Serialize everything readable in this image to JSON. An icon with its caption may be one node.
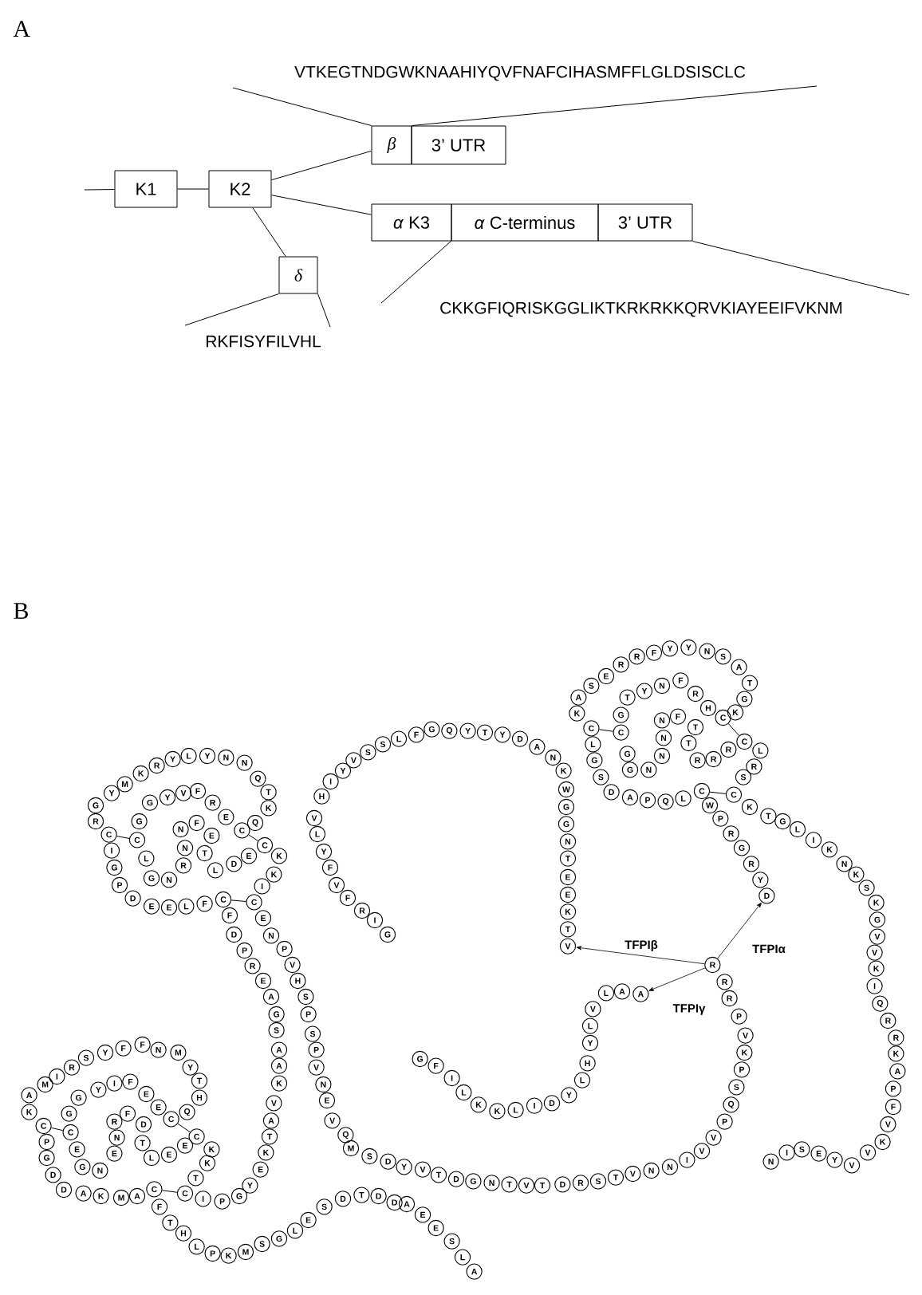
{
  "diagram": {
    "nodes": [
      {
        "text": [
          "K1"
        ]
      },
      {
        "text": [
          "K2"
        ]
      },
      {
        "text": [
          "β"
        ]
      },
      {
        "text": [
          "3’ UTR"
        ]
      },
      {
        "text": [
          "*α* K3"
        ]
      },
      {
        "text": [
          "*α* C-terminus"
        ]
      },
      {
        "text": [
          "3’ UTR"
        ]
      },
      {
        "text": [
          "δ"
        ]
      },
      {
        "text": [
          "A"
        ]
      },
      {
        "text": [
          "L"
        ]
      },
      {
        "text": [
          "S"
        ]
      },
      {
        "text": [
          "E"
        ]
      },
      {
        "text": [
          "E"
        ]
      },
      {
        "text": [
          "A"
        ]
      },
      {
        "text": [
          "D"
        ]
      },
      {
        "text": [
          "D"
        ]
      },
      {
        "text": [
          "T"
        ]
      },
      {
        "text": [
          "D"
        ]
      },
      {
        "text": [
          "S"
        ]
      },
      {
        "text": [
          "E"
        ]
      },
      {
        "text": [
          "L"
        ]
      },
      {
        "text": [
          "G"
        ]
      },
      {
        "text": [
          "S"
        ]
      },
      {
        "text": [
          "M"
        ]
      },
      {
        "text": [
          "K"
        ]
      },
      {
        "text": [
          "P"
        ]
      },
      {
        "text": [
          "L"
        ]
      },
      {
        "text": [
          "H"
        ]
      },
      {
        "text": [
          "T"
        ]
      },
      {
        "text": [
          "F"
        ]
      },
      {
        "text": [
          "C"
        ]
      },
      {
        "text": [
          "A"
        ]
      },
      {
        "text": [
          "M"
        ]
      },
      {
        "text": [
          "K"
        ]
      },
      {
        "text": [
          "A"
        ]
      },
      {
        "text": [
          "D"
        ]
      },
      {
        "text": [
          "D"
        ]
      },
      {
        "text": [
          "G"
        ]
      },
      {
        "text": [
          "P"
        ]
      },
      {
        "text": [
          "C"
        ]
      },
      {
        "text": [
          "K"
        ]
      },
      {
        "text": [
          "A"
        ]
      },
      {
        "text": [
          "M"
        ]
      },
      {
        "text": [
          "I"
        ]
      },
      {
        "text": [
          "R"
        ]
      },
      {
        "text": [
          "S"
        ]
      },
      {
        "text": [
          "Y"
        ]
      },
      {
        "text": [
          "F"
        ]
      },
      {
        "text": [
          "F"
        ]
      },
      {
        "text": [
          "N"
        ]
      },
      {
        "text": [
          "M"
        ]
      },
      {
        "text": [
          "Y"
        ]
      },
      {
        "text": [
          "T"
        ]
      },
      {
        "text": [
          "H"
        ]
      },
      {
        "text": [
          "Q"
        ]
      },
      {
        "text": [
          "C"
        ]
      },
      {
        "text": [
          "E"
        ]
      },
      {
        "text": [
          "E"
        ]
      },
      {
        "text": [
          "F"
        ]
      },
      {
        "text": [
          "I"
        ]
      },
      {
        "text": [
          "Y"
        ]
      },
      {
        "text": [
          "G"
        ]
      },
      {
        "text": [
          "G"
        ]
      },
      {
        "text": [
          "C"
        ]
      },
      {
        "text": [
          "E"
        ]
      },
      {
        "text": [
          "G"
        ]
      },
      {
        "text": [
          "N"
        ]
      },
      {
        "text": [
          "E"
        ]
      },
      {
        "text": [
          "N"
        ]
      },
      {
        "text": [
          "R"
        ]
      },
      {
        "text": [
          "F"
        ]
      },
      {
        "text": [
          "D"
        ]
      },
      {
        "text": [
          "T"
        ]
      },
      {
        "text": [
          "L"
        ]
      },
      {
        "text": [
          "E"
        ]
      },
      {
        "text": [
          "E"
        ]
      },
      {
        "text": [
          "C"
        ]
      },
      {
        "text": [
          "K"
        ]
      },
      {
        "text": [
          "K"
        ]
      },
      {
        "text": [
          "T"
        ]
      },
      {
        "text": [
          "C"
        ]
      },
      {
        "text": [
          "I"
        ]
      },
      {
        "text": [
          "P"
        ]
      },
      {
        "text": [
          "G"
        ]
      },
      {
        "text": [
          "Y"
        ]
      },
      {
        "text": [
          "E"
        ]
      },
      {
        "text": [
          "K"
        ]
      },
      {
        "text": [
          "T"
        ]
      },
      {
        "text": [
          "A"
        ]
      },
      {
        "text": [
          "V"
        ]
      },
      {
        "text": [
          "K"
        ]
      },
      {
        "text": [
          "A"
        ]
      },
      {
        "text": [
          "A"
        ]
      },
      {
        "text": [
          "S"
        ]
      },
      {
        "text": [
          "G"
        ]
      },
      {
        "text": [
          "A"
        ]
      },
      {
        "text": [
          "E"
        ]
      },
      {
        "text": [
          "R"
        ]
      },
      {
        "text": [
          "P"
        ]
      },
      {
        "text": [
          "D"
        ]
      },
      {
        "text": [
          "F"
        ]
      },
      {
        "text": [
          "C"
        ]
      },
      {
        "text": [
          "F"
        ]
      },
      {
        "text": [
          "L"
        ]
      },
      {
        "text": [
          "E"
        ]
      },
      {
        "text": [
          "E"
        ]
      },
      {
        "text": [
          "D"
        ]
      },
      {
        "text": [
          "P"
        ]
      },
      {
        "text": [
          "G"
        ]
      },
      {
        "text": [
          "I"
        ]
      },
      {
        "text": [
          "C"
        ]
      },
      {
        "text": [
          "R"
        ]
      },
      {
        "text": [
          "G"
        ]
      },
      {
        "text": [
          "Y"
        ]
      },
      {
        "text": [
          "M"
        ]
      },
      {
        "text": [
          "K"
        ]
      },
      {
        "text": [
          "R"
        ]
      },
      {
        "text": [
          "Y"
        ]
      },
      {
        "text": [
          "L"
        ]
      },
      {
        "text": [
          "Y"
        ]
      },
      {
        "text": [
          "N"
        ]
      },
      {
        "text": [
          "N"
        ]
      },
      {
        "text": [
          "Q"
        ]
      },
      {
        "text": [
          "T"
        ]
      },
      {
        "text": [
          "K"
        ]
      },
      {
        "text": [
          "Q"
        ]
      },
      {
        "text": [
          "C"
        ]
      },
      {
        "text": [
          "E"
        ]
      },
      {
        "text": [
          "R"
        ]
      },
      {
        "text": [
          "F"
        ]
      },
      {
        "text": [
          "V"
        ]
      },
      {
        "text": [
          "Y"
        ]
      },
      {
        "text": [
          "G"
        ]
      },
      {
        "text": [
          "G"
        ]
      },
      {
        "text": [
          "C"
        ]
      },
      {
        "text": [
          "L"
        ]
      },
      {
        "text": [
          "G"
        ]
      },
      {
        "text": [
          "N"
        ]
      },
      {
        "text": [
          "R"
        ]
      },
      {
        "text": [
          "N"
        ]
      },
      {
        "text": [
          "N"
        ]
      },
      {
        "text": [
          "F"
        ]
      },
      {
        "text": [
          "E"
        ]
      },
      {
        "text": [
          "T"
        ]
      },
      {
        "text": [
          "L"
        ]
      },
      {
        "text": [
          "D"
        ]
      },
      {
        "text": [
          "E"
        ]
      },
      {
        "text": [
          "C"
        ]
      },
      {
        "text": [
          "K"
        ]
      },
      {
        "text": [
          "K"
        ]
      },
      {
        "text": [
          "I"
        ]
      },
      {
        "text": [
          "C"
        ]
      },
      {
        "text": [
          "E"
        ]
      },
      {
        "text": [
          "N"
        ]
      },
      {
        "text": [
          "P"
        ]
      },
      {
        "text": [
          "V"
        ]
      },
      {
        "text": [
          "H"
        ]
      },
      {
        "text": [
          "S"
        ]
      },
      {
        "text": [
          "P"
        ]
      },
      {
        "text": [
          "S"
        ]
      },
      {
        "text": [
          "P"
        ]
      },
      {
        "text": [
          "V"
        ]
      },
      {
        "text": [
          "N"
        ]
      },
      {
        "text": [
          "E"
        ]
      },
      {
        "text": [
          "V"
        ]
      },
      {
        "text": [
          "Q"
        ]
      },
      {
        "text": [
          "M"
        ]
      },
      {
        "text": [
          "S"
        ]
      },
      {
        "text": [
          "D"
        ]
      },
      {
        "text": [
          "Y"
        ]
      },
      {
        "text": [
          "V"
        ]
      },
      {
        "text": [
          "T"
        ]
      },
      {
        "text": [
          "D"
        ]
      },
      {
        "text": [
          "G"
        ]
      },
      {
        "text": [
          "N"
        ]
      },
      {
        "text": [
          "T"
        ]
      },
      {
        "text": [
          "V"
        ]
      },
      {
        "text": [
          "T"
        ]
      },
      {
        "text": [
          "D"
        ]
      },
      {
        "text": [
          "R"
        ]
      },
      {
        "text": [
          "S"
        ]
      },
      {
        "text": [
          "T"
        ]
      },
      {
        "text": [
          "V"
        ]
      },
      {
        "text": [
          "N"
        ]
      },
      {
        "text": [
          "N"
        ]
      },
      {
        "text": [
          "I"
        ]
      },
      {
        "text": [
          "V"
        ]
      },
      {
        "text": [
          "V"
        ]
      },
      {
        "text": [
          "P"
        ]
      },
      {
        "text": [
          "Q"
        ]
      },
      {
        "text": [
          "S"
        ]
      },
      {
        "text": [
          "P"
        ]
      },
      {
        "text": [
          "K"
        ]
      },
      {
        "text": [
          "V"
        ]
      },
      {
        "text": [
          "P"
        ]
      },
      {
        "text": [
          "R"
        ]
      },
      {
        "text": [
          "R"
        ]
      },
      {
        "text": [
          "R"
        ]
      },
      {
        "text": [
          "D"
        ]
      },
      {
        "text": [
          "Y"
        ]
      },
      {
        "text": [
          "R"
        ]
      },
      {
        "text": [
          "G"
        ]
      },
      {
        "text": [
          "R"
        ]
      },
      {
        "text": [
          "P"
        ]
      },
      {
        "text": [
          "W"
        ]
      },
      {
        "text": [
          "C"
        ]
      },
      {
        "text": [
          "L"
        ]
      },
      {
        "text": [
          "Q"
        ]
      },
      {
        "text": [
          "P"
        ]
      },
      {
        "text": [
          "A"
        ]
      },
      {
        "text": [
          "D"
        ]
      },
      {
        "text": [
          "S"
        ]
      },
      {
        "text": [
          "G"
        ]
      },
      {
        "text": [
          "L"
        ]
      },
      {
        "text": [
          "C"
        ]
      },
      {
        "text": [
          "K"
        ]
      },
      {
        "text": [
          "A"
        ]
      },
      {
        "text": [
          "S"
        ]
      },
      {
        "text": [
          "E"
        ]
      },
      {
        "text": [
          "R"
        ]
      },
      {
        "text": [
          "R"
        ]
      },
      {
        "text": [
          "F"
        ]
      },
      {
        "text": [
          "Y"
        ]
      },
      {
        "text": [
          "Y"
        ]
      },
      {
        "text": [
          "N"
        ]
      },
      {
        "text": [
          "S"
        ]
      },
      {
        "text": [
          "A"
        ]
      },
      {
        "text": [
          "T"
        ]
      },
      {
        "text": [
          "G"
        ]
      },
      {
        "text": [
          "K"
        ]
      },
      {
        "text": [
          "C"
        ]
      },
      {
        "text": [
          "H"
        ]
      },
      {
        "text": [
          "R"
        ]
      },
      {
        "text": [
          "F"
        ]
      },
      {
        "text": [
          "N"
        ]
      },
      {
        "text": [
          "Y"
        ]
      },
      {
        "text": [
          "T"
        ]
      },
      {
        "text": [
          "G"
        ]
      },
      {
        "text": [
          "C"
        ]
      },
      {
        "text": [
          "G"
        ]
      },
      {
        "text": [
          "G"
        ]
      },
      {
        "text": [
          "N"
        ]
      },
      {
        "text": [
          "N"
        ]
      },
      {
        "text": [
          "N"
        ]
      },
      {
        "text": [
          "N"
        ]
      },
      {
        "text": [
          "F"
        ]
      },
      {
        "text": [
          "T"
        ]
      },
      {
        "text": [
          "T"
        ]
      },
      {
        "text": [
          "R"
        ]
      },
      {
        "text": [
          "R"
        ]
      },
      {
        "text": [
          "R"
        ]
      },
      {
        "text": [
          "C"
        ]
      },
      {
        "text": [
          "L"
        ]
      },
      {
        "text": [
          "R"
        ]
      },
      {
        "text": [
          "S"
        ]
      },
      {
        "text": [
          "C"
        ]
      },
      {
        "text": [
          "K"
        ]
      },
      {
        "text": [
          "T"
        ]
      },
      {
        "text": [
          "G"
        ]
      },
      {
        "text": [
          "L"
        ]
      },
      {
        "text": [
          "I"
        ]
      },
      {
        "text": [
          "K"
        ]
      },
      {
        "text": [
          "N"
        ]
      },
      {
        "text": [
          "K"
        ]
      },
      {
        "text": [
          "S"
        ]
      },
      {
        "text": [
          "K"
        ]
      },
      {
        "text": [
          "G"
        ]
      },
      {
        "text": [
          "V"
        ]
      },
      {
        "text": [
          "V"
        ]
      },
      {
        "text": [
          "K"
        ]
      },
      {
        "text": [
          "I"
        ]
      },
      {
        "text": [
          "Q"
        ]
      },
      {
        "text": [
          "R"
        ]
      },
      {
        "text": [
          "R"
        ]
      },
      {
        "text": [
          "K"
        ]
      },
      {
        "text": [
          "A"
        ]
      },
      {
        "text": [
          "P"
        ]
      },
      {
        "text": [
          "F"
        ]
      },
      {
        "text": [
          "V"
        ]
      },
      {
        "text": [
          "K"
        ]
      },
      {
        "text": [
          "V"
        ]
      },
      {
        "text": [
          "V"
        ]
      },
      {
        "text": [
          "Y"
        ]
      },
      {
        "text": [
          "E"
        ]
      },
      {
        "text": [
          "S"
        ]
      },
      {
        "text": [
          "I"
        ]
      },
      {
        "text": [
          "N"
        ]
      },
      {
        "text": [
          "V"
        ]
      },
      {
        "text": [
          "T"
        ]
      },
      {
        "text": [
          "K"
        ]
      },
      {
        "text": [
          "E"
        ]
      },
      {
        "text": [
          "E"
        ]
      },
      {
        "text": [
          "T"
        ]
      },
      {
        "text": [
          "N"
        ]
      },
      {
        "text": [
          "G"
        ]
      },
      {
        "text": [
          "G"
        ]
      },
      {
        "text": [
          "W"
        ]
      },
      {
        "text": [
          "K"
        ]
      },
      {
        "text": [
          "N"
        ]
      },
      {
        "text": [
          "A"
        ]
      },
      {
        "text": [
          "D"
        ]
      },
      {
        "text": [
          "Y"
        ]
      },
      {
        "text": [
          "T"
        ]
      },
      {
        "text": [
          "Y"
        ]
      },
      {
        "text": [
          "Q"
        ]
      },
      {
        "text": [
          "G"
        ]
      },
      {
        "text": [
          "F"
        ]
      },
      {
        "text": [
          "L"
        ]
      },
      {
        "text": [
          "S"
        ]
      },
      {
        "text": [
          "S"
        ]
      },
      {
        "text": [
          "V"
        ]
      },
      {
        "text": [
          "Y"
        ]
      },
      {
        "text": [
          "I"
        ]
      },
      {
        "text": [
          "H"
        ]
      },
      {
        "text": [
          "V"
        ]
      },
      {
        "text": [
          "L"
        ]
      },
      {
        "text": [
          "Y"
        ]
      },
      {
        "text": [
          "F"
        ]
      },
      {
        "text": [
          "V"
        ]
      },
      {
        "text": [
          "F"
        ]
      },
      {
        "text": [
          "R"
        ]
      },
      {
        "text": [
          "I"
        ]
      },
      {
        "text": [
          "G"
        ]
      },
      {
        "text": [
          "A"
        ]
      },
      {
        "text": [
          "A"
        ]
      },
      {
        "text": [
          "L"
        ]
      },
      {
        "text": [
          "V"
        ]
      },
      {
        "text": [
          "L"
        ]
      },
      {
        "text": [
          "Y"
        ]
      },
      {
        "text": [
          "H"
        ]
      },
      {
        "text": [
          "L"
        ]
      },
      {
        "text": [
          "Y"
        ]
      },
      {
        "text": [
          "D"
        ]
      },
      {
        "text": [
          "I"
        ]
      },
      {
        "text": [
          "L"
        ]
      },
      {
        "text": [
          "K"
        ]
      },
      {
        "text": [
          "K"
        ]
      },
      {
        "text": [
          "L"
        ]
      },
      {
        "text": [
          "I"
        ]
      },
      {
        "text": [
          "F"
        ]
      },
      {
        "text": [
          "G"
        ]
      }
    ],
    "edges": [
      {
        "from": null,
        "to": 0,
        "arrow": "none"
      },
      {
        "from": 0,
        "to": 1,
        "arrow": "none"
      },
      {
        "from": 1,
        "to": 2,
        "arrow": "none"
      },
      {
        "from": 1,
        "to": 4,
        "arrow": "none"
      },
      {
        "from": 1,
        "to": 7,
        "arrow": "none"
      },
      {
        "from": 30,
        "to": 80,
        "arrow": "none"
      },
      {
        "from": 55,
        "to": 76,
        "arrow": "none"
      },
      {
        "from": 39,
        "to": 63,
        "arrow": "none"
      },
      {
        "from": 101,
        "to": 151,
        "arrow": "none"
      },
      {
        "from": 126,
        "to": 147,
        "arrow": "none"
      },
      {
        "from": 110,
        "to": 134,
        "arrow": "none"
      },
      {
        "from": 205,
        "to": 255,
        "arrow": "none"
      },
      {
        "from": 214,
        "to": 238,
        "arrow": "none"
      },
      {
        "from": 230,
        "to": 251,
        "arrow": "none"
      },
      {
        "from": 197,
        "to": 198,
        "arrow": "to",
        "label": "TFPIα"
      },
      {
        "from": 197,
        "to": 287,
        "arrow": "to",
        "label": "TFPIβ"
      },
      {
        "from": 197,
        "to": 323,
        "arrow": "to",
        "label": "TFPIγ"
      }
    ],
    "labels": [
      "A",
      "VTKEGTNDGWKNAAHIYQVFNAFCIHASMFFLGLDSISCLC",
      "CKKGFIQRISKGGLIKTKRKRKKQRVKIAYEEIFVKNM",
      "RKFISYFILVHL",
      "B"
    ]
  }
}
